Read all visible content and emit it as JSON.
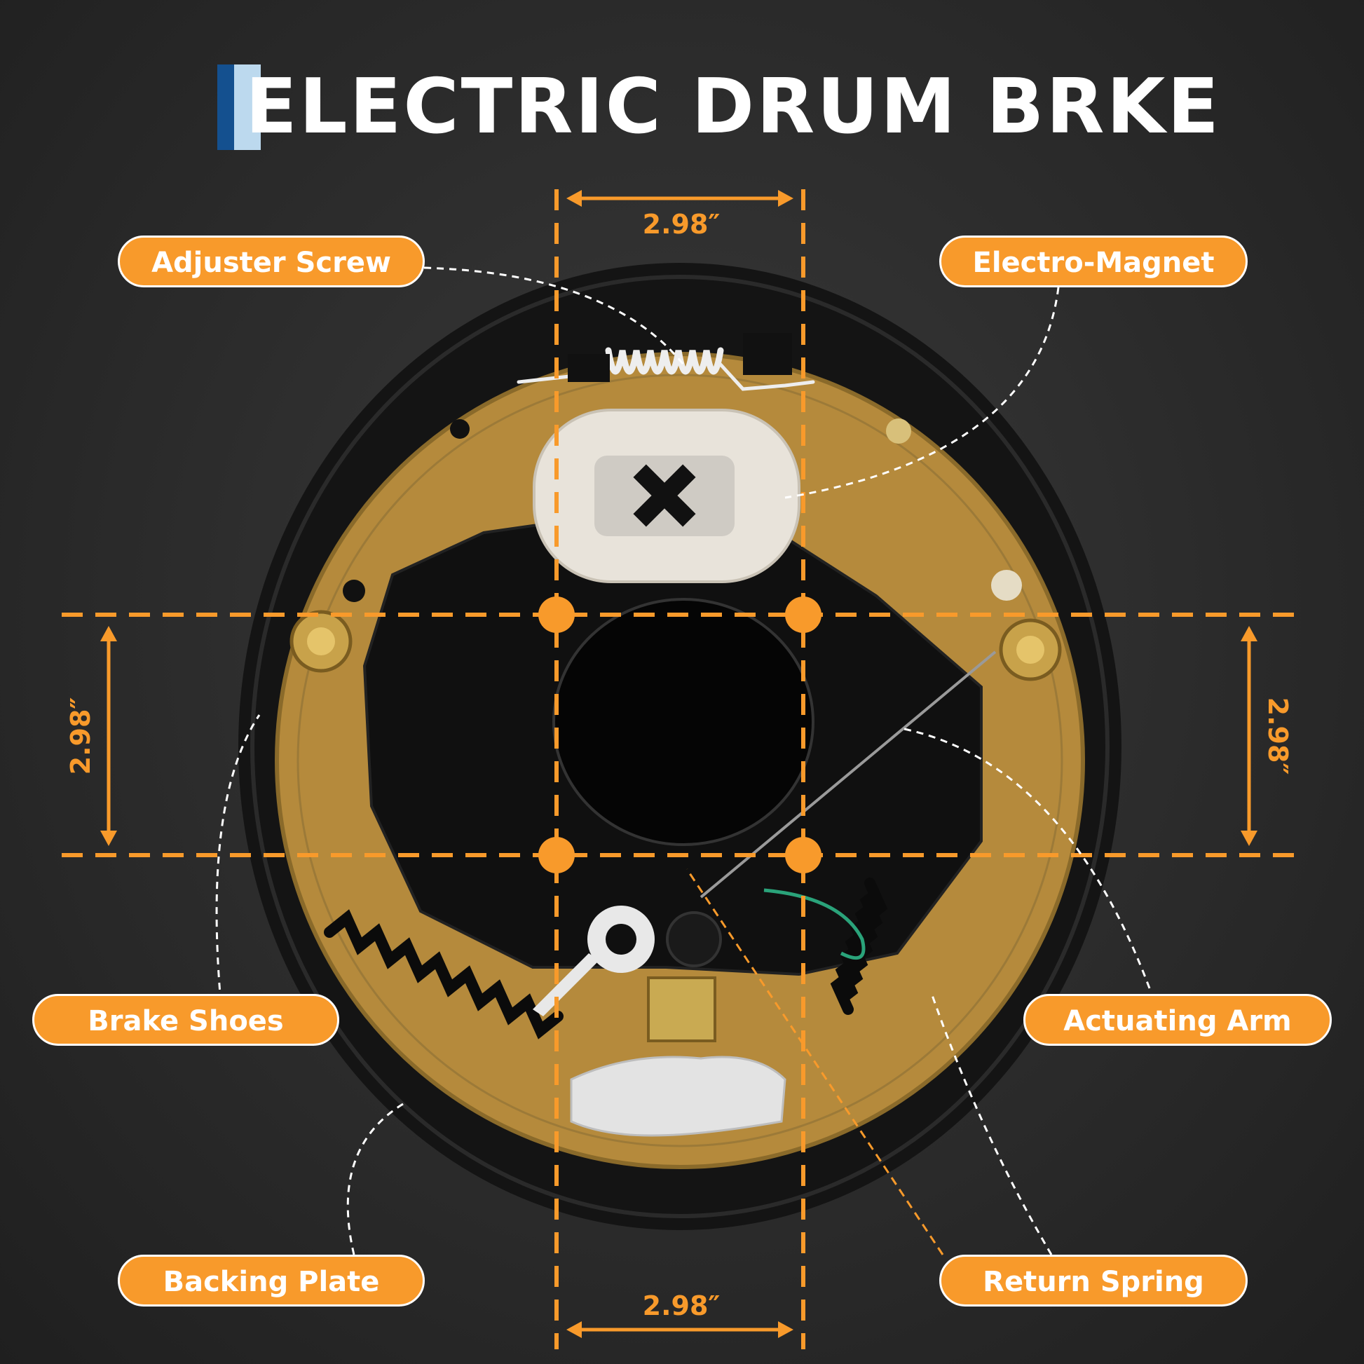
{
  "title": "ELECTRIC DRUM BRKE",
  "dimensions": {
    "top": "2.98″",
    "bottom": "2.98″",
    "left": "2.98″",
    "right": "2.98″"
  },
  "labels": {
    "adjuster_screw": "Adjuster Screw",
    "electro_magnet": "Electro-Magnet",
    "brake_shoes": "Brake Shoes",
    "actuating_arm": "Actuating Arm",
    "backing_plate": "Backing Plate",
    "return_spring": "Return Spring"
  },
  "colors": {
    "accent": "#f89a2b",
    "title_bar_dark": "#14508f",
    "title_bar_light": "#bcd9ee",
    "brake_shoe": "#b58a3c",
    "backing_plate": "#141414"
  }
}
